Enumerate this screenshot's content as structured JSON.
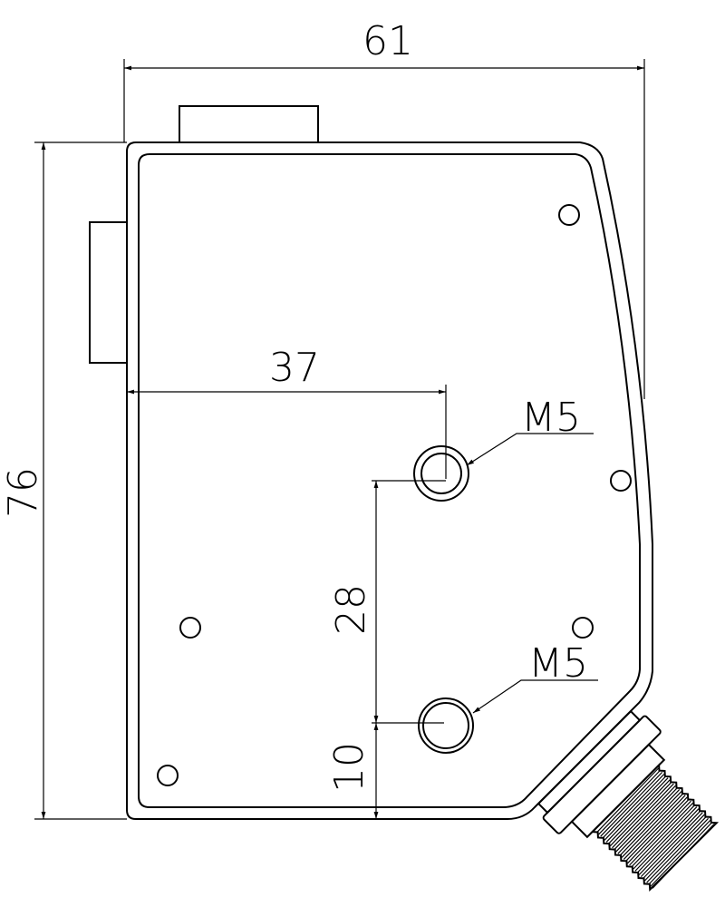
{
  "dimensions": {
    "width": "61",
    "height": "76",
    "hole_horizontal": "37",
    "hole_spacing": "28",
    "hole_bottom": "10"
  },
  "callouts": {
    "upper_hole": "M5",
    "lower_hole": "M5"
  },
  "colors": {
    "line": "#000000",
    "background": "#ffffff"
  }
}
